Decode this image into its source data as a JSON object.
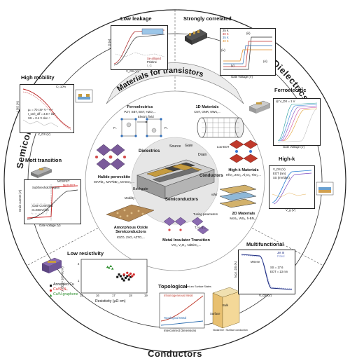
{
  "quadrants": {
    "semiconductors": "Semiconductors",
    "dielectrics": "Dielectrics",
    "conductors": "Conductors"
  },
  "center": {
    "banner": "Materials for transistors",
    "device_labels": {
      "dielectrics": "Dielectrics",
      "source": "Source",
      "gate": "Gate",
      "drain": "Drain",
      "conductors": "Conductors",
      "semiconductors": "Semiconductors",
      "backgate": "Backgate"
    },
    "materials": [
      {
        "title": "Ferroelectrics",
        "sub": "PZT, SBT, BST, HZO,..."
      },
      {
        "title": "1D Materials",
        "sub": "CNT, GNR, NWs,..."
      },
      {
        "title": "Halide perovskite",
        "sub": "MAPbI₃, MAPbBr₃, MASnI₃,..."
      },
      {
        "title": "High-k Materials",
        "sub": "HfO₂, ZrO₂, Al₂O₃, TiO₂,..."
      },
      {
        "title": "2D Materials",
        "sub": "MoS₂, WS₂, h-BN,..."
      },
      {
        "title": "Amorphous Oxide Semiconductors",
        "sub": "IGZO, ZnO, AZTO,..."
      },
      {
        "title": "Metal Insulator Transition",
        "sub": "VO₂, V₂O₃, NdNiO₃,..."
      }
    ],
    "annotations": {
      "electric_field": "Electric field",
      "p_minus": "P₋",
      "p_plus": "P₊",
      "low_eot": "Low EOT",
      "vdw": "vdW",
      "mobility": "Mobility",
      "tuning_parameters": "Tuning parameters",
      "t_h_e": "T, H, E,..."
    }
  },
  "panels": {
    "low_leakage": {
      "title": "Low leakage",
      "xlabel": "V_GS (V)",
      "ylabel": "I_D (A)",
      "legend": [
        "Se-alloyed",
        "Pristine",
        "I_G"
      ]
    },
    "strongly_correlated": {
      "title": "Strongly correlated",
      "xlabel": "Gate Voltage (V)",
      "ylabel": "Conductance ratio (G/G₀)",
      "legend": [
        "25 K",
        "30 K",
        "35 K",
        "40 K"
      ],
      "markers": [
        "(i)",
        "(ii)",
        "(iii)",
        "(iv)",
        "(v)",
        "(vi)"
      ]
    },
    "high_mobility": {
      "title": "High mobility",
      "label": "C₃ 10%",
      "notes": [
        "μₙ = 70 cm² V⁻¹ s⁻¹",
        "I_on/I_off = 3.8 × 10⁷",
        "SS = 0.4 V dec⁻¹"
      ],
      "xlabel": "V_GS (V)",
      "ylabel": "I_DS (A)"
    },
    "ferroelectric": {
      "title": "Ferroelectric",
      "note": "@ V_DS = 1 V",
      "xlabel": "Gate Voltage (V)",
      "ylabel": "Drain Current (A)"
    },
    "mott": {
      "title": "Mott transition",
      "legend": [
        "Mott-FET",
        "MOSFET"
      ],
      "notes": [
        "Subthreshold Region",
        "Gate Controlled",
        "S=60mV/dec"
      ],
      "xlabel": "Gate voltage (V)",
      "ylabel": "Drain current (A)"
    },
    "high_k": {
      "title": "High-k",
      "notes": [
        "V_DS (V)",
        "EOT (nm)",
        "SS (mV/dec)"
      ],
      "xlabel": "V_g (V)",
      "ylabel": "I (A)"
    },
    "low_resistivity": {
      "title": "Low resistivity",
      "xlabel": "Resistivity (μΩ cm)",
      "ylabel": "J_BD (× 10⁷ A/cm²)",
      "legend": [
        "Annealed Cu",
        "Cu/Si₃N₄",
        "Cu/N-graphene"
      ],
      "x_ticks": [
        "15",
        "16",
        "17",
        "18",
        "19"
      ],
      "y_ticks": [
        "1",
        "2"
      ]
    },
    "topological": {
      "title": "Topological",
      "labels": [
        "Inhomogeneous Metal",
        "Topological Metal",
        "Interconnect Dimensions",
        "Bulk",
        "Surface",
        "Nodal line / Surface conduction",
        "Fermi arc Surface States"
      ]
    },
    "multifunctional": {
      "title": "Multifunctional",
      "legend": [
        "Jet III",
        "Fitted"
      ],
      "notes": [
        "MXene",
        "SS = 17.6",
        "EOT = 13 nm"
      ],
      "xlabel": "V_GS (V)",
      "ylabel": "log I_DS (A)"
    }
  },
  "chart_data": [
    {
      "type": "scatter",
      "title": "Low resistivity",
      "xlabel": "Resistivity (μΩ cm)",
      "ylabel": "J_BD (× 10⁷ A/cm²)",
      "xlim": [
        15,
        19
      ],
      "ylim": [
        0.5,
        2.5
      ],
      "series": [
        {
          "name": "Annealed Cu",
          "color": "#111111",
          "x": [
            17.2,
            17.4,
            17.5,
            17.6,
            17.7,
            17.8,
            17.9,
            18.0,
            17.3,
            17.6
          ],
          "y": [
            1.45,
            1.5,
            1.35,
            1.55,
            1.4,
            1.5,
            1.3,
            1.45,
            1.6,
            1.25
          ]
        },
        {
          "name": "Cu/Si₃N₄",
          "color": "#d12a2a",
          "x": [
            17.6,
            17.8,
            17.9,
            18.0,
            18.1,
            18.2
          ],
          "y": [
            1.6,
            1.7,
            1.55,
            1.65,
            1.5,
            1.6
          ]
        },
        {
          "name": "Cu/N-graphene",
          "color": "#2f8f2f",
          "x": [
            16.6,
            16.7,
            16.8,
            16.9
          ],
          "y": [
            2.05,
            2.0,
            2.1,
            1.95
          ]
        }
      ]
    }
  ]
}
